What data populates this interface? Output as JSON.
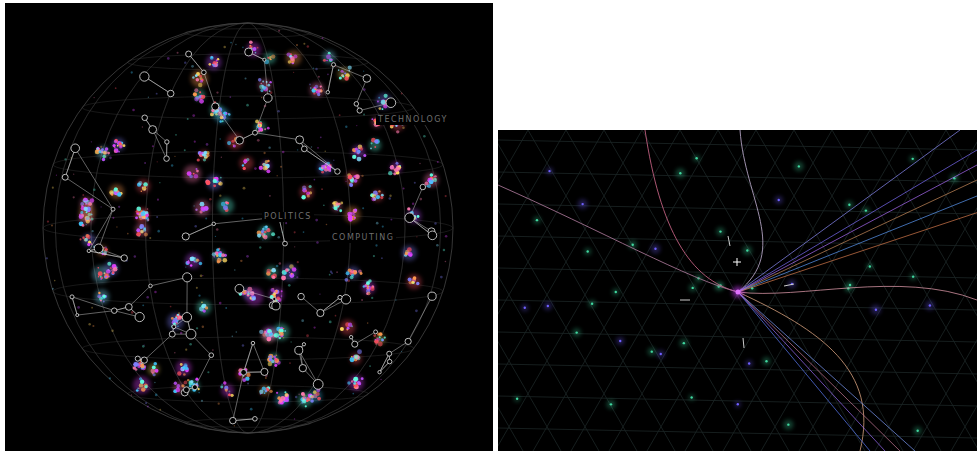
{
  "diagram": {
    "labels": [
      "TECHNOLOGY",
      "POLITICS",
      "COMPUTING"
    ]
  }
}
